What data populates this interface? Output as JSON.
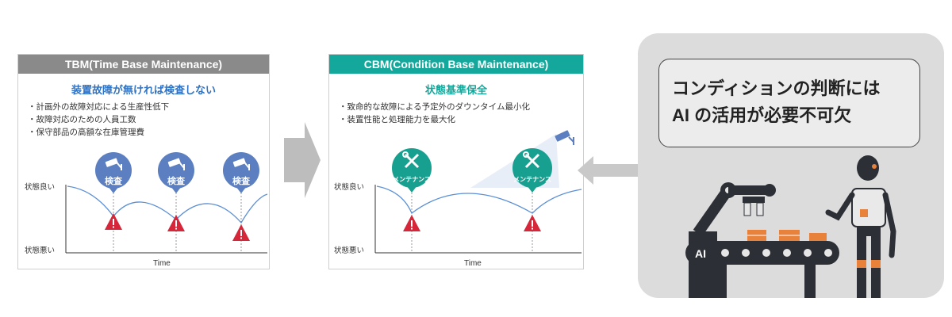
{
  "tbm": {
    "header": "TBM(Time Base Maintenance)",
    "subtitle": "装置故障が無ければ検査しない",
    "bullets": [
      "計画外の故障対応による生産性低下",
      "故障対応のための人員工数",
      "保守部品の高額な在庫管理費"
    ],
    "badge_label": "検査",
    "y_top": "状態良い",
    "y_bottom": "状態悪い",
    "x_label": "Time"
  },
  "cbm": {
    "header": "CBM(Condition Base Maintenance)",
    "subtitle": "状態基準保全",
    "bullets": [
      "致命的な故障による予定外のダウンタイム最小化",
      "装置性能と処理能力を最大化"
    ],
    "badge_label": "メンテナンス",
    "y_top": "状態良い",
    "y_bottom": "状態悪い",
    "x_label": "Time"
  },
  "ai": {
    "callout_line1": "コンディションの判断には",
    "callout_line2": "AI の活用が必要不可欠",
    "machine_label": "AI"
  },
  "colors": {
    "tbm_header": "#8a8a8a",
    "cbm_header": "#13a89b",
    "tbm_badge": "#5b7fc0",
    "cbm_badge": "#17a08f",
    "warning": "#d6263a",
    "curve": "#5b8fd6"
  },
  "icons": {
    "tbm_badge_icon": "security-camera-icon",
    "cbm_badge_icon": "wrench-screwdriver-icon",
    "warning_icon": "warning-triangle-icon"
  }
}
